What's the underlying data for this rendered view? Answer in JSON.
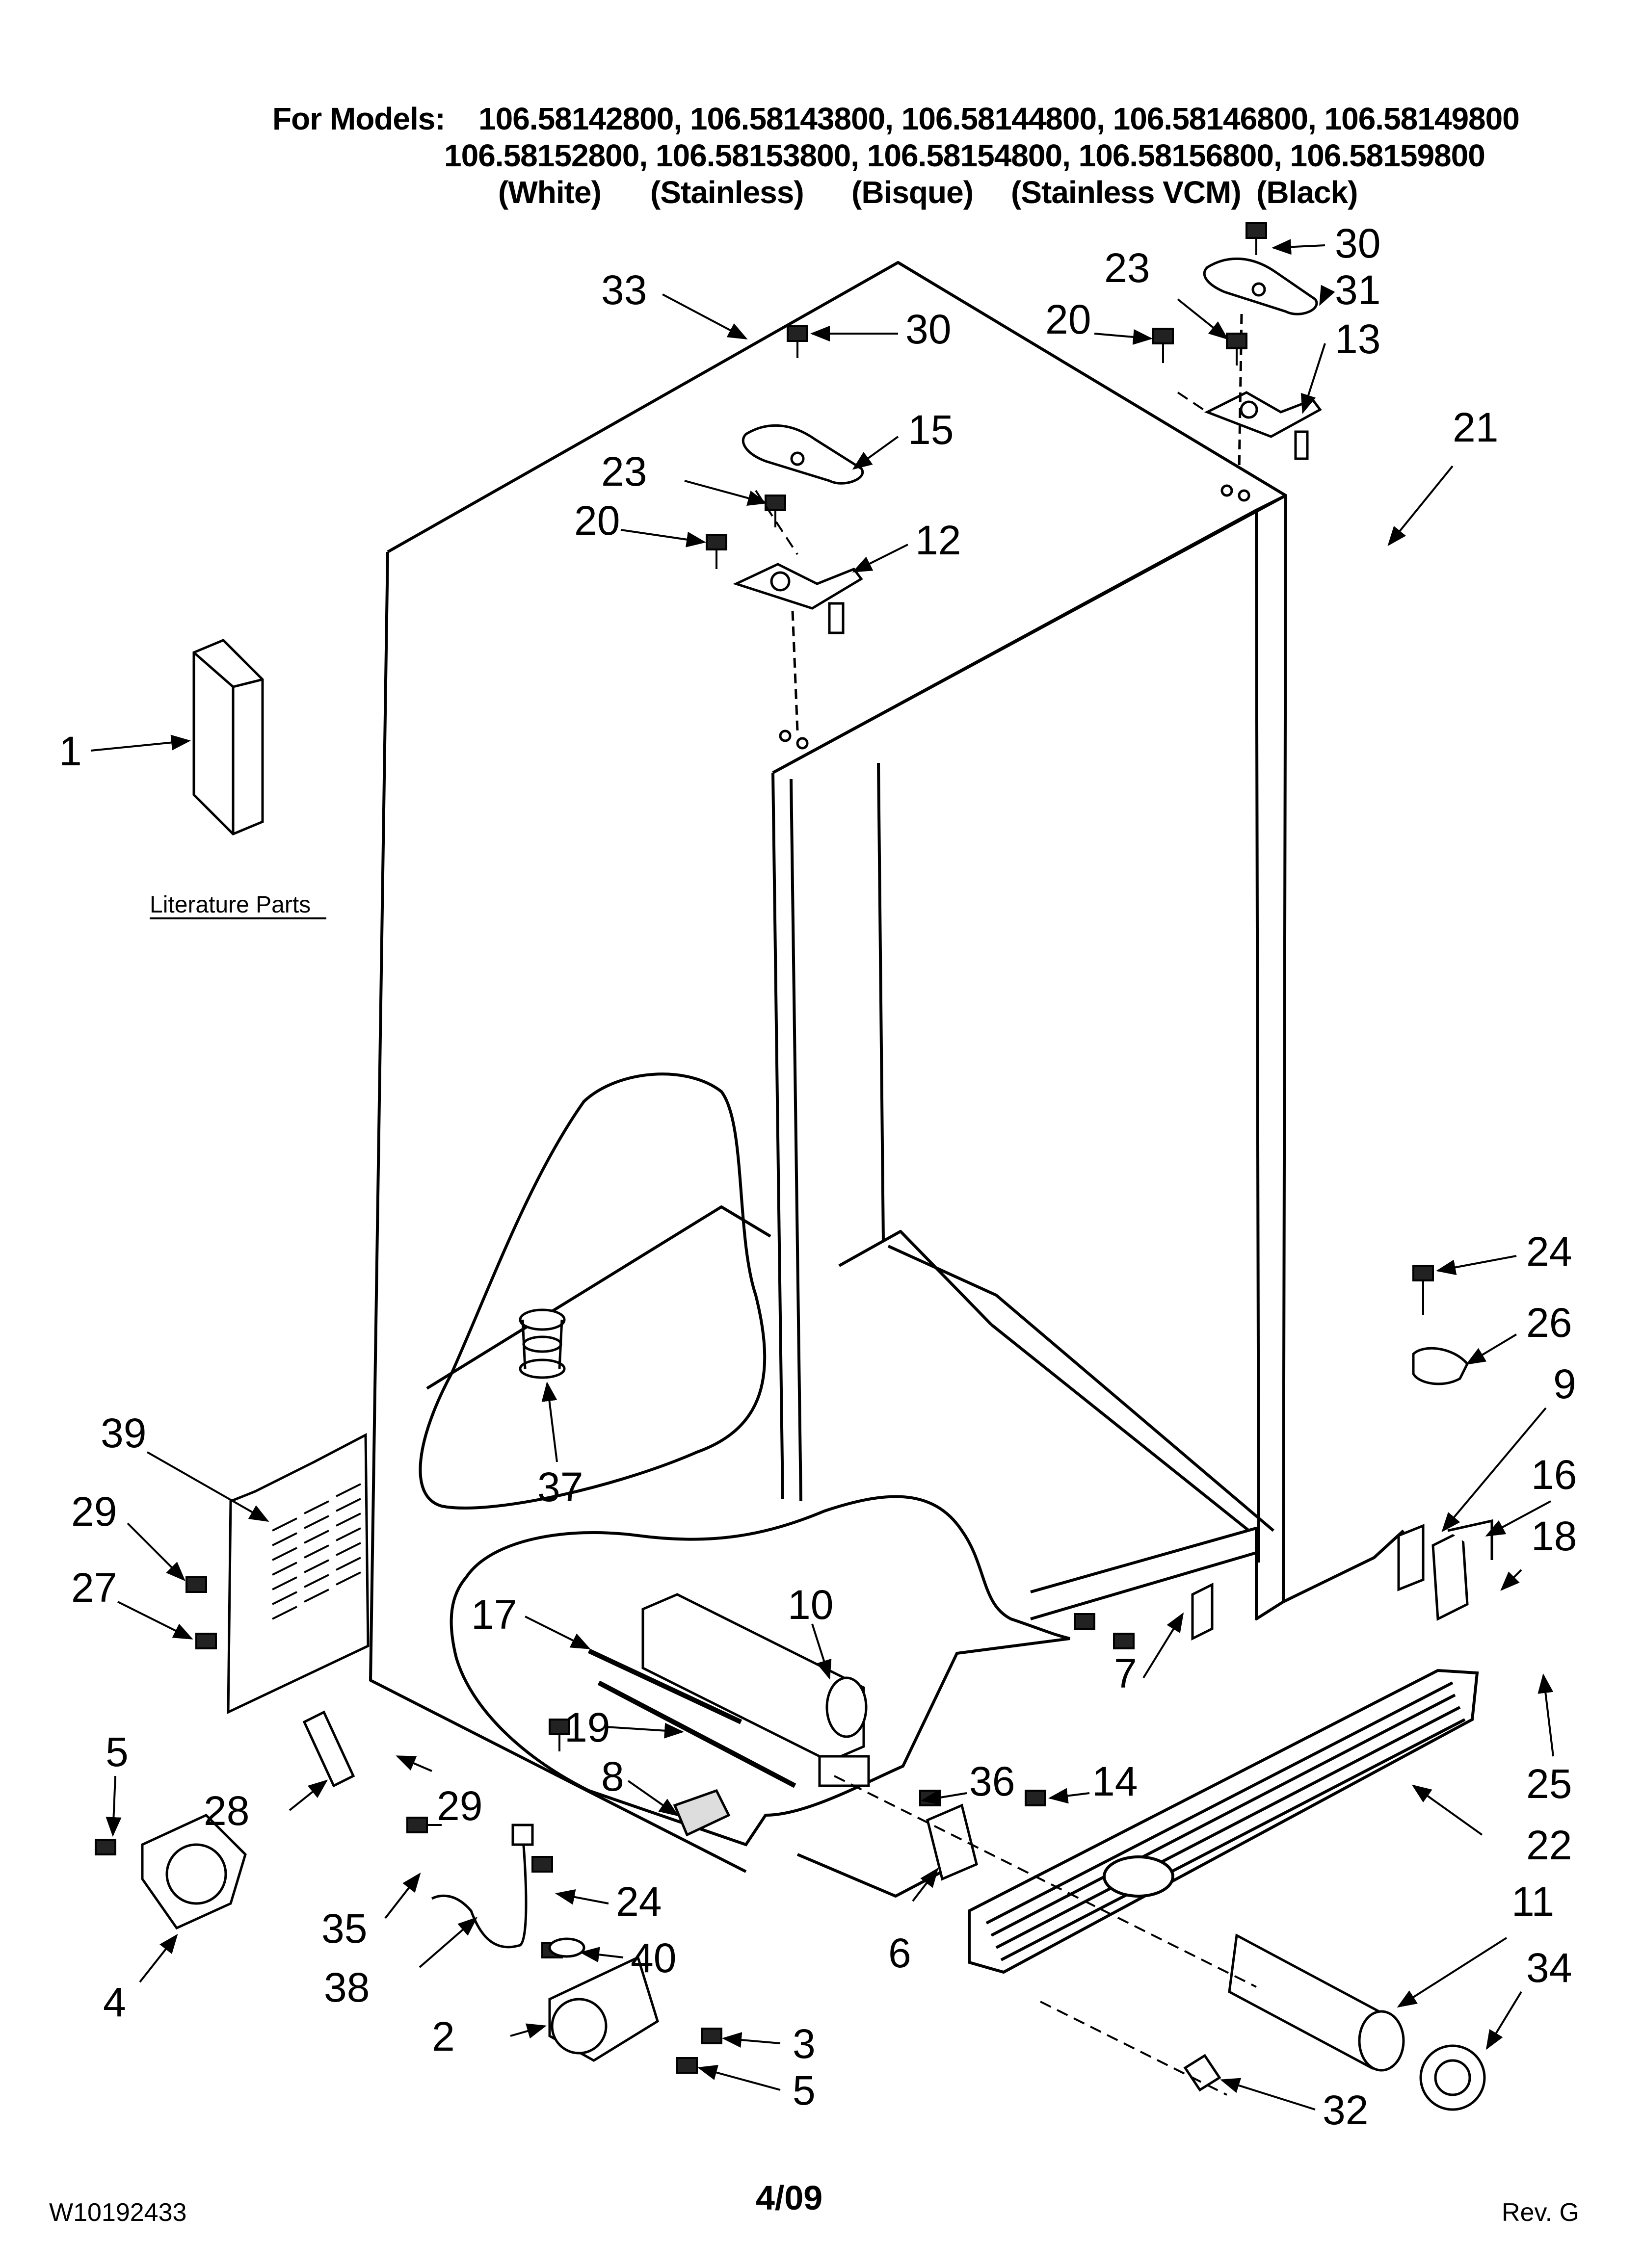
{
  "header": {
    "prefix": "For Models:",
    "models_row1": "106.58142800, 106.58143800, 106.58144800, 106.58146800, 106.58149800",
    "models_row2": "106.58152800, 106.58153800, 106.58154800, 106.58156800, 106.58159800",
    "colors": [
      "(White)",
      "(Stainless)",
      "(Bisque)",
      "(Stainless VCM)",
      "(Black)"
    ]
  },
  "literature_label": "Literature Parts",
  "callouts": [
    {
      "id": "c30a",
      "text": "30"
    },
    {
      "id": "c31",
      "text": "31"
    },
    {
      "id": "c23a",
      "text": "23"
    },
    {
      "id": "c33",
      "text": "33"
    },
    {
      "id": "c20a",
      "text": "20"
    },
    {
      "id": "c13",
      "text": "13"
    },
    {
      "id": "c30b",
      "text": "30"
    },
    {
      "id": "c15",
      "text": "15"
    },
    {
      "id": "c21",
      "text": "21"
    },
    {
      "id": "c23b",
      "text": "23"
    },
    {
      "id": "c20b",
      "text": "20"
    },
    {
      "id": "c12",
      "text": "12"
    },
    {
      "id": "c1",
      "text": "1"
    },
    {
      "id": "c24a",
      "text": "24"
    },
    {
      "id": "c26",
      "text": "26"
    },
    {
      "id": "c9",
      "text": "9"
    },
    {
      "id": "c39",
      "text": "39"
    },
    {
      "id": "c37",
      "text": "37"
    },
    {
      "id": "c16",
      "text": "16"
    },
    {
      "id": "c29a",
      "text": "29"
    },
    {
      "id": "c18",
      "text": "18"
    },
    {
      "id": "c27",
      "text": "27"
    },
    {
      "id": "c10",
      "text": "10"
    },
    {
      "id": "c17",
      "text": "17"
    },
    {
      "id": "c7",
      "text": "7"
    },
    {
      "id": "c5a",
      "text": "5"
    },
    {
      "id": "c19",
      "text": "19"
    },
    {
      "id": "c36",
      "text": "36"
    },
    {
      "id": "c14",
      "text": "14"
    },
    {
      "id": "c25",
      "text": "25"
    },
    {
      "id": "c8",
      "text": "8"
    },
    {
      "id": "c28",
      "text": "28"
    },
    {
      "id": "c29b",
      "text": "29"
    },
    {
      "id": "c22",
      "text": "22"
    },
    {
      "id": "c24b",
      "text": "24"
    },
    {
      "id": "c35",
      "text": "35"
    },
    {
      "id": "c11",
      "text": "11"
    },
    {
      "id": "c40",
      "text": "40"
    },
    {
      "id": "c34",
      "text": "34"
    },
    {
      "id": "c6",
      "text": "6"
    },
    {
      "id": "c38",
      "text": "38"
    },
    {
      "id": "c4",
      "text": "4"
    },
    {
      "id": "c2",
      "text": "2"
    },
    {
      "id": "c3",
      "text": "3"
    },
    {
      "id": "c5b",
      "text": "5"
    },
    {
      "id": "c32",
      "text": "32"
    }
  ],
  "footer": {
    "doc_number": "W10192433",
    "date": "4/09",
    "revision": "Rev. G"
  },
  "colors": {
    "line": "#000000",
    "background": "#ffffff"
  }
}
